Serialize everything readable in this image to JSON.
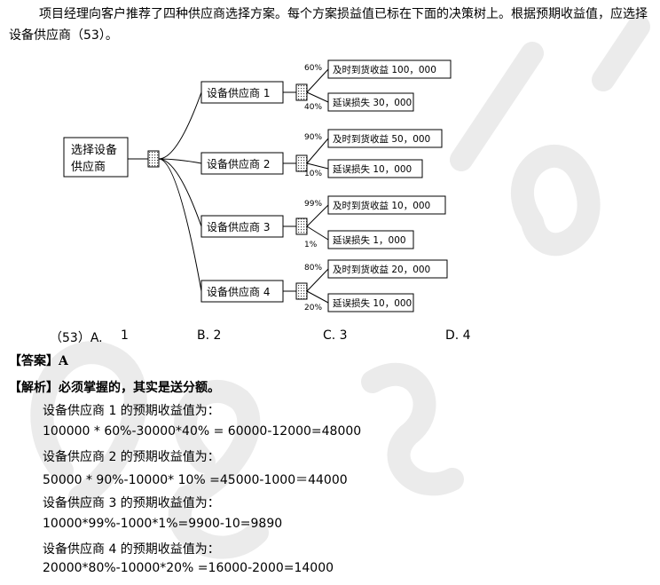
{
  "intro": "项目经理向客户推荐了四种供应商选择方案。每个方案损益值已标在下面的决策树上。根据预期收益值，应选择设备供应商（53）。",
  "tree": {
    "root": [
      "选择设备",
      "供应商"
    ],
    "suppliers": [
      {
        "name": "设备供应商 1",
        "p1": "60%",
        "o1": "及时到货收益 100，000",
        "p2": "40%",
        "o2": "延误损失 30，000"
      },
      {
        "name": "设备供应商 2",
        "p1": "90%",
        "o1": "及时到货收益 50，000",
        "p2": "10%",
        "o2": "延误损失 10，000"
      },
      {
        "name": "设备供应商 3",
        "p1": "99%",
        "o1": "及时到货收益 10，000",
        "p2": "1%",
        "o2": "延误损失 1，000"
      },
      {
        "name": "设备供应商 4",
        "p1": "80%",
        "o1": "及时到货收益 20，000",
        "p2": "20%",
        "o2": "延误损失 10，000"
      }
    ]
  },
  "options": {
    "q": "（53）A.",
    "a": "1",
    "b": "B. 2",
    "c": "C. 3",
    "d": "D. 4"
  },
  "answer": "【答案】A",
  "analysis": "【解析】必须掌握的，其实是送分额。",
  "calc": [
    "设备供应商 1 的预期收益值为：",
    "100000 * 60%-30000*40% = 60000-12000=48000",
    "设备供应商 2 的预期收益值为：",
    "50000 * 90%-10000* 10% =45000-1000＝44000",
    "设备供应商 3 的预期收益值为：",
    "10000*99%-1000*1%=9900-10=9890",
    "设备供应商 4 的预期收益值为：",
    "20000*80%-10000*20% =16000-2000=14000"
  ]
}
